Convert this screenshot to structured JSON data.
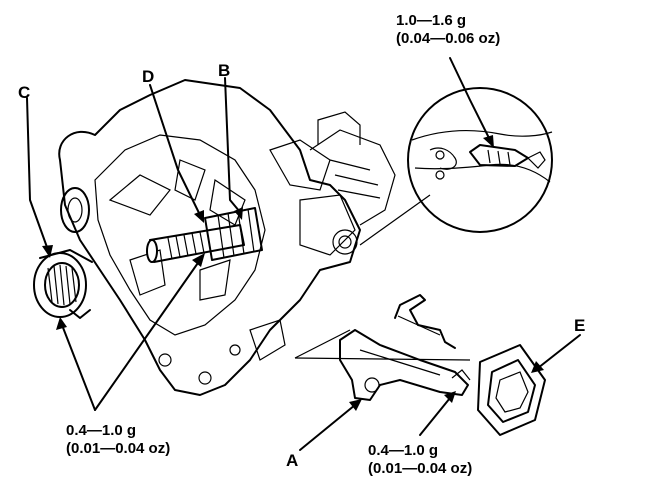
{
  "labels": {
    "a": "A",
    "b": "B",
    "c": "C",
    "d": "D",
    "e": "E"
  },
  "specs": {
    "top_right": {
      "grams": "1.0—1.6 g",
      "ounces": "(0.04—0.06 oz)"
    },
    "bottom_left": {
      "grams": "0.4—1.0 g",
      "ounces": "(0.01—0.04 oz)"
    },
    "bottom_right": {
      "grams": "0.4—1.0 g",
      "ounces": "(0.01—0.04 oz)"
    }
  }
}
